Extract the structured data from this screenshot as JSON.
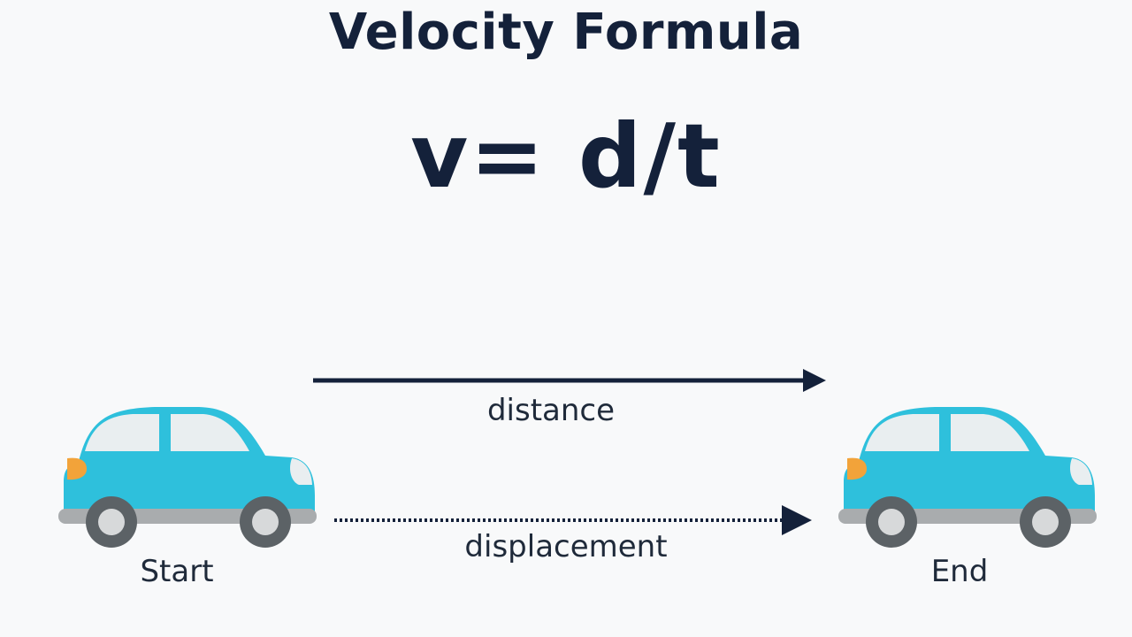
{
  "diagram": {
    "title": "Velocity Formula",
    "formula": "v= d/t",
    "labels": {
      "distance": "distance",
      "displacement": "displacement",
      "start": "Start",
      "end": "End"
    }
  },
  "colors": {
    "background": "#f8f9fa",
    "text": "#14213a",
    "car_body": "#2ec0dc",
    "car_window": "#e9eef0",
    "headlight": "#f2a33a",
    "taillight": "#e9eef0",
    "bumper": "#a9acae",
    "tire": "#5c6266",
    "hubcap": "#d7d9da",
    "arrow": "#14213a"
  }
}
